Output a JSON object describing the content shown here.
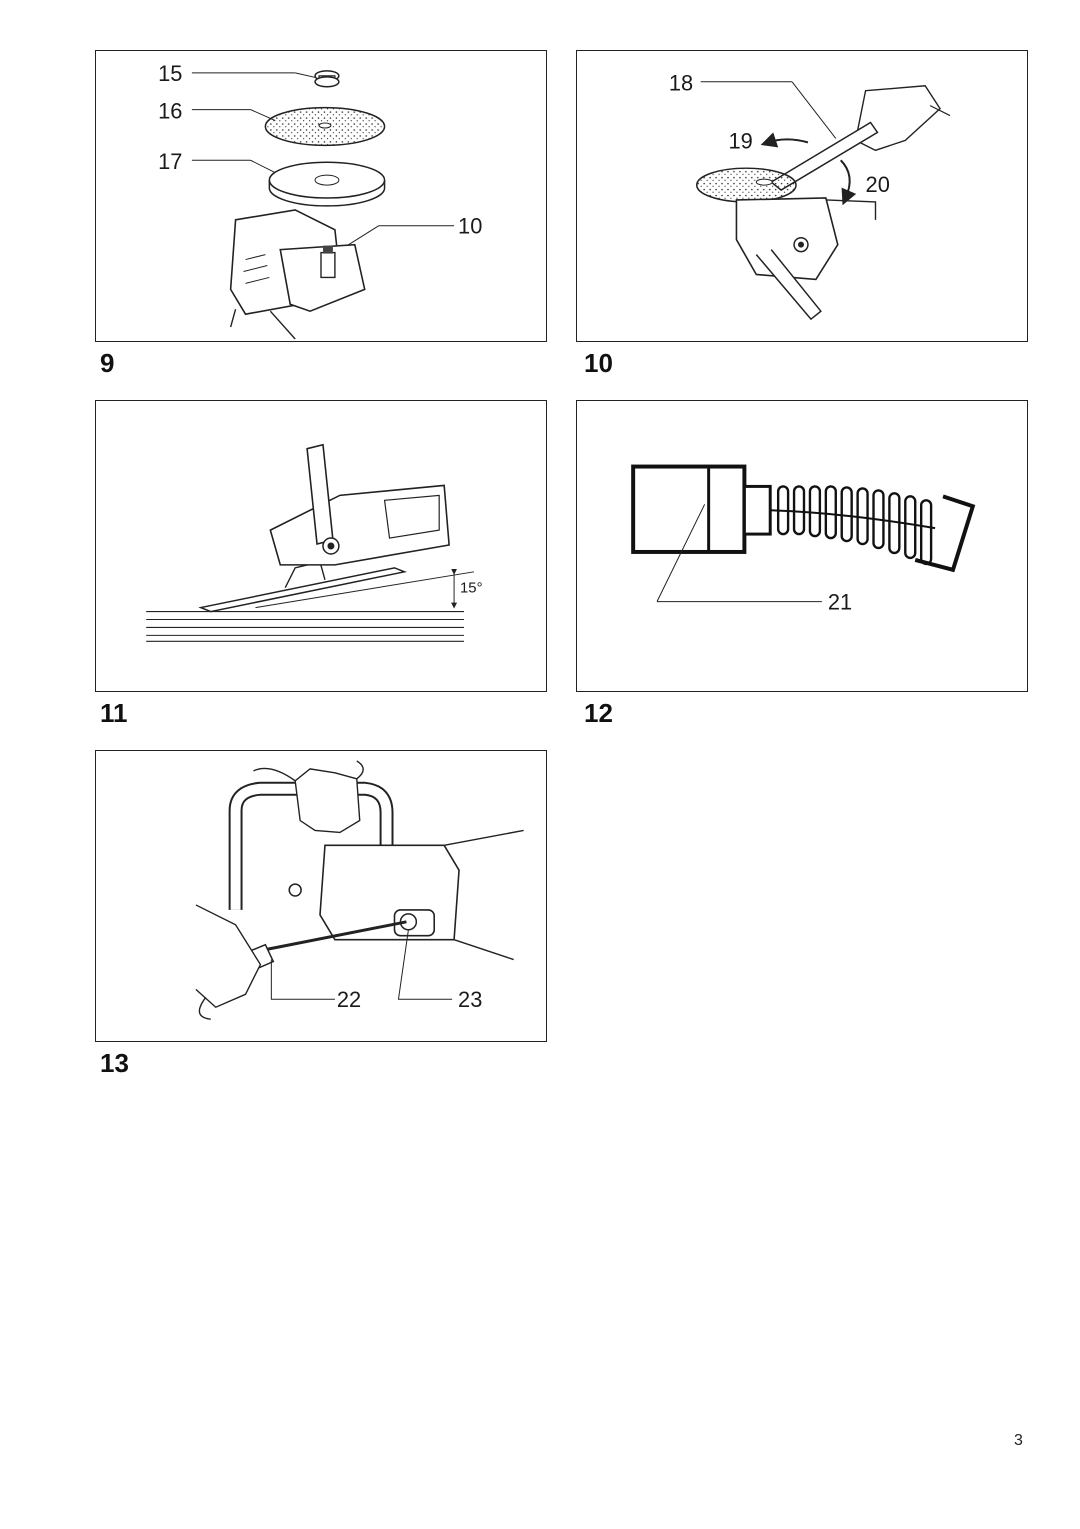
{
  "page": {
    "number": "3"
  },
  "figures": [
    {
      "number": "9",
      "callouts": [
        "15",
        "16",
        "17",
        "10"
      ]
    },
    {
      "number": "10",
      "callouts": [
        "18",
        "19",
        "20"
      ]
    },
    {
      "number": "11",
      "angle_label": "15°"
    },
    {
      "number": "12",
      "callouts": [
        "21"
      ]
    },
    {
      "number": "13",
      "callouts": [
        "22",
        "23"
      ]
    }
  ]
}
